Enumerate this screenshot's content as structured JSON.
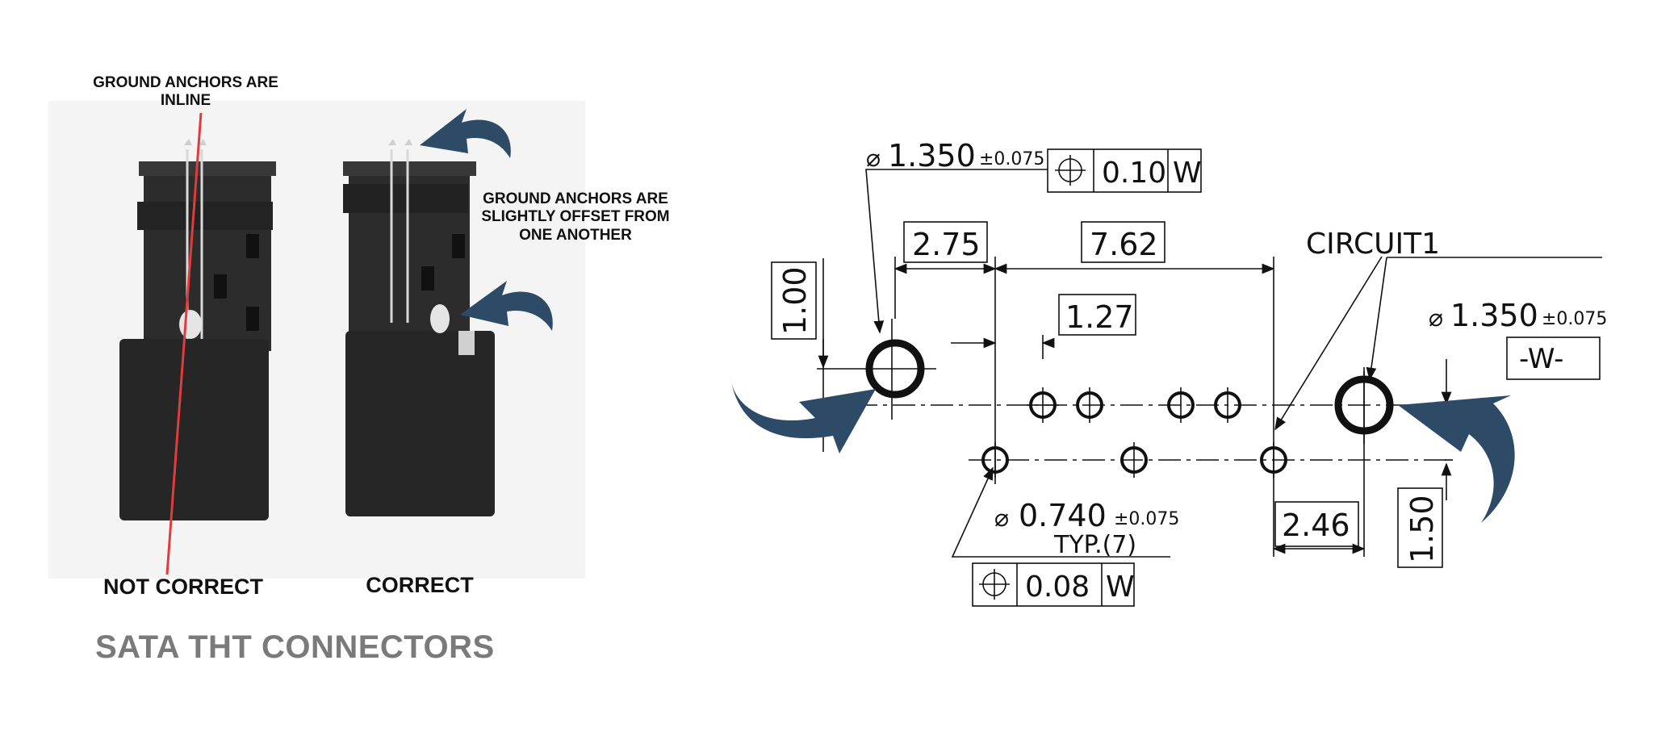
{
  "left": {
    "label_inline": "GROUND ANCHORS ARE INLINE",
    "label_offset": "GROUND ANCHORS ARE SLIGHTLY OFFSET FROM ONE ANOTHER",
    "label_not_correct": "NOT CORRECT",
    "label_correct": "CORRECT",
    "title": "SATA THT CONNECTORS"
  },
  "drawing": {
    "top_hole_dia": "1.350",
    "top_hole_tol": "±0.075",
    "top_fcf_value": "0.10",
    "top_fcf_datum": "W",
    "dim_275": "2.75",
    "dim_762": "7.62",
    "dim_127": "1.27",
    "dim_100": "1.00",
    "circuit_label": "CIRCUIT1",
    "right_hole_dia": "1.350",
    "right_hole_tol": "±0.075",
    "datum_label": "-W-",
    "small_hole_dia": "0.740",
    "small_hole_tol": "±0.075",
    "typ_label": "TYP.(7)",
    "bottom_fcf_value": "0.08",
    "bottom_fcf_datum": "W",
    "dim_246": "2.46",
    "dim_150": "1.50"
  },
  "colors": {
    "arrow": "#2d4a66",
    "redline": "#e23b3b",
    "connector": "#2a2a2a",
    "title": "#7a7a7a"
  }
}
